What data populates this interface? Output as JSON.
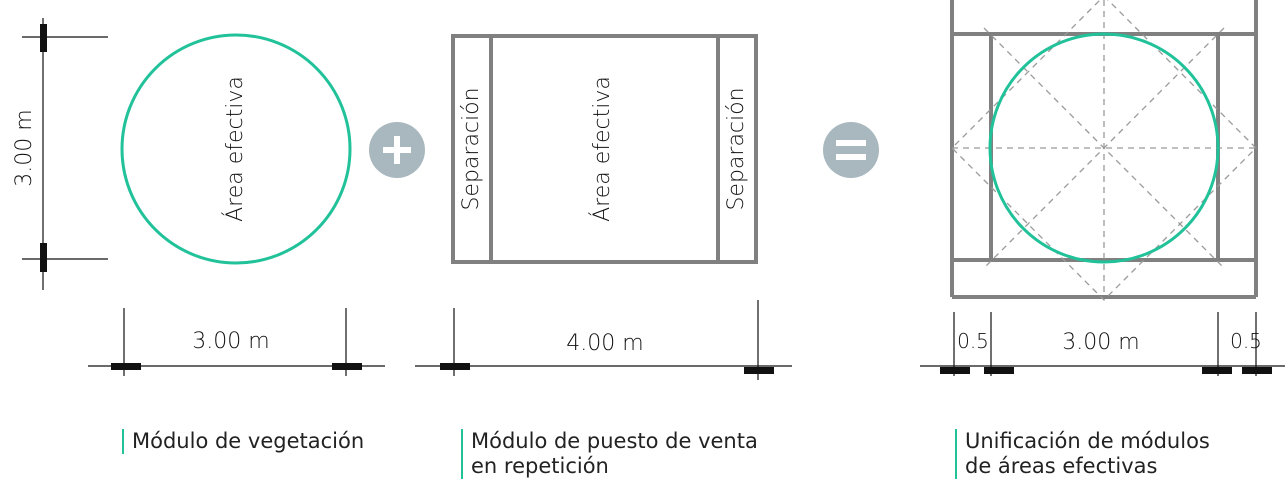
{
  "colors": {
    "accent": "#21c29a",
    "structure": "#808080",
    "dimension": "#111111",
    "operator": "#a9b8be"
  },
  "module_vegetation": {
    "height_label": "3.00 m",
    "inner_label": "Área efectiva",
    "width_label": "3.00 m",
    "caption_lines": [
      "Módulo de vegetación"
    ]
  },
  "operator_plus": {
    "icon": "plus-icon"
  },
  "module_stall": {
    "side_label_left": "Separación",
    "inner_label": "Área efectiva",
    "side_label_right": "Separación",
    "width_label": "4.00 m",
    "caption_lines": [
      "Módulo de puesto de venta",
      "en repetición"
    ]
  },
  "operator_equals": {
    "icon": "equals-icon"
  },
  "module_unified": {
    "left_margin_label": "0.5",
    "center_label": "3.00 m",
    "right_margin_label": "0.5",
    "caption_lines": [
      "Unificación de módulos",
      "de áreas  efectivas"
    ]
  }
}
